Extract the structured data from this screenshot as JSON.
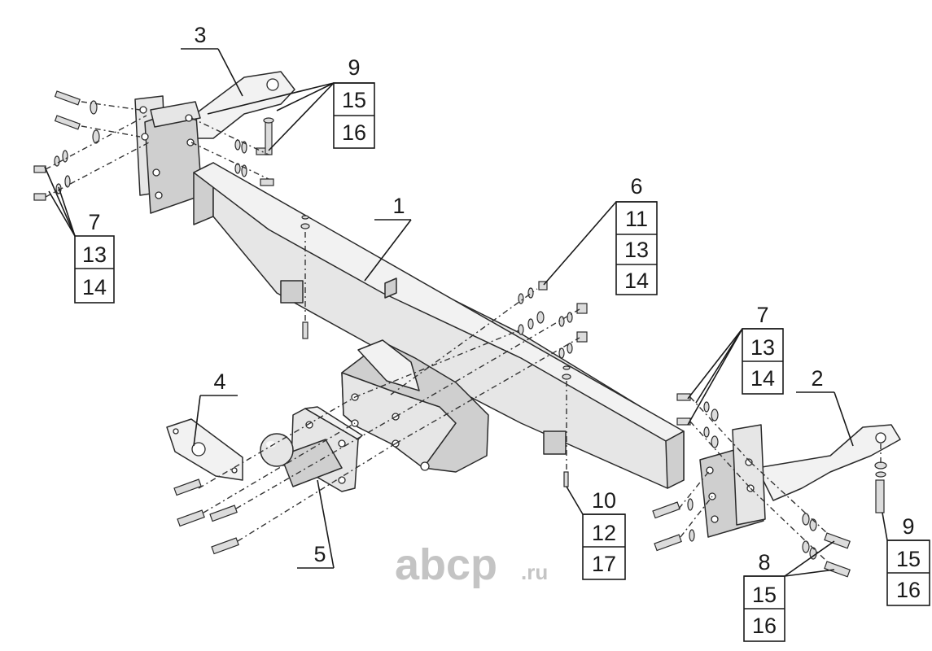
{
  "callouts": {
    "c1": "1",
    "c2": "2",
    "c3": "3",
    "c4": "4",
    "c5": "5",
    "c6": [
      "6",
      "11",
      "13",
      "14"
    ],
    "c7_left": [
      "7",
      "13",
      "14"
    ],
    "c7_right": [
      "7",
      "13",
      "14"
    ],
    "c8": [
      "8",
      "15",
      "16"
    ],
    "c9_top": [
      "9",
      "15",
      "16"
    ],
    "c9_right": [
      "9",
      "15",
      "16"
    ],
    "c10": [
      "10",
      "12",
      "17"
    ]
  },
  "watermark": {
    "main": "abcp",
    "suffix": ".ru"
  },
  "colors": {
    "part_fill": "#e6e6e6",
    "outline": "#2a2a2a",
    "watermark": "#c4c4c4"
  }
}
